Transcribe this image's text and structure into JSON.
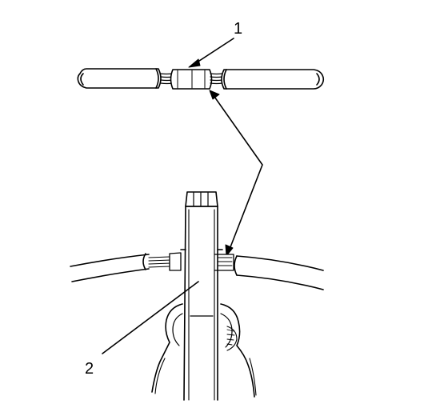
{
  "diagram": {
    "callouts": [
      {
        "id": "1",
        "label": "1",
        "refers_to": "splice-sleeve"
      },
      {
        "id": "2",
        "label": "2",
        "refers_to": "crimping-tool"
      }
    ],
    "colors": {
      "ink": "#000000",
      "paper": "#ffffff"
    }
  }
}
